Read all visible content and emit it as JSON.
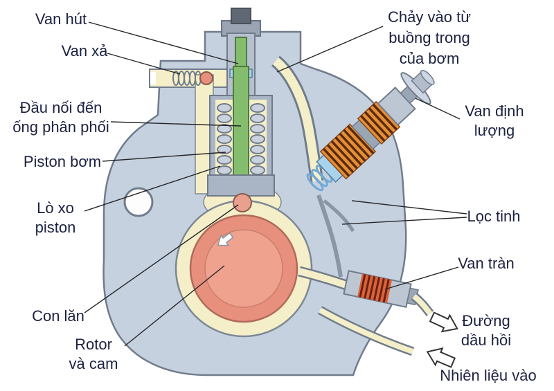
{
  "labels": {
    "van_hut": [
      "Van hút"
    ],
    "van_xa": [
      "Van xả"
    ],
    "chay_vao": [
      "Chảy vào từ",
      "buồng trong",
      "của bơm"
    ],
    "dau_noi": [
      "Đầu nối đến",
      "ống phân phối"
    ],
    "van_dinh_luong": [
      "Van định",
      "lượng"
    ],
    "piston_bom": [
      "Piston bơm"
    ],
    "lo_xo_piston": [
      "Lò xo",
      "piston"
    ],
    "loc_tinh": [
      "Lọc tinh"
    ],
    "van_tran": [
      "Van tràn"
    ],
    "con_lan": [
      "Con lăn"
    ],
    "rotor_va_cam": [
      "Rotor",
      "và cam"
    ],
    "duong_dau_hoi": [
      "Đường",
      "dầu hồi"
    ],
    "nhien_lieu_vao": [
      "Nhiên liệu vào"
    ]
  },
  "colors": {
    "pump_body": "#c6d1df",
    "fuel_chamber": "#f4efc8",
    "piston": "#85bd6e",
    "rotor": "#e8907e",
    "filter_element": "#e69036",
    "overflow_valve": "#d8643c",
    "label_text": "#1b2140"
  }
}
